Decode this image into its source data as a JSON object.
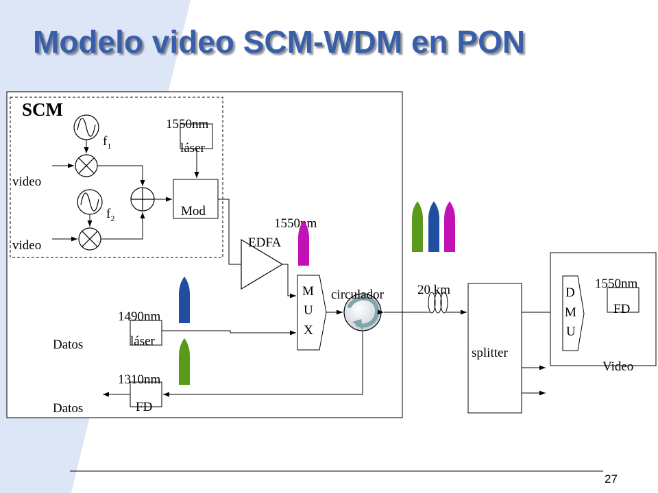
{
  "slide": {
    "title": "Modelo video SCM-WDM en PON",
    "page_number": "27"
  },
  "diagram": {
    "scm_label": "SCM",
    "f1_base": "f",
    "f1_sub": "1",
    "f2_base": "f",
    "f2_sub": "2",
    "video_in_1": "video",
    "video_in_2": "video",
    "laser_1550_wavelength": "1550nm",
    "laser_1550_label": "láser",
    "mod_label": "Mod",
    "edfa_label": "EDFA",
    "edfa_wavelength": "1550nm",
    "mux_letters": [
      "M",
      "U",
      "X"
    ],
    "circulator_label": "circulador",
    "laser_1490_wavelength": "1490nm",
    "laser_1490_label": "láser",
    "datos_in": "Datos",
    "fd_1310_wavelength": "1310nm",
    "fd_1310_label": "FD",
    "datos_out": "Datos",
    "fiber_length": "20 km",
    "splitter_label": "splitter",
    "dmux_letters": [
      "D",
      "M",
      "U"
    ],
    "onu_wavelength": "1550nm",
    "onu_fd_label": "FD",
    "video_out": "Video"
  },
  "colors": {
    "title": "#3a5faa",
    "background_band": "#dde6f6",
    "pulse_1550": "#c311b8",
    "pulse_1490": "#1f4f9e",
    "pulse_1310": "#5a9a1b",
    "circulator_arrow": "#7fa6a8"
  }
}
